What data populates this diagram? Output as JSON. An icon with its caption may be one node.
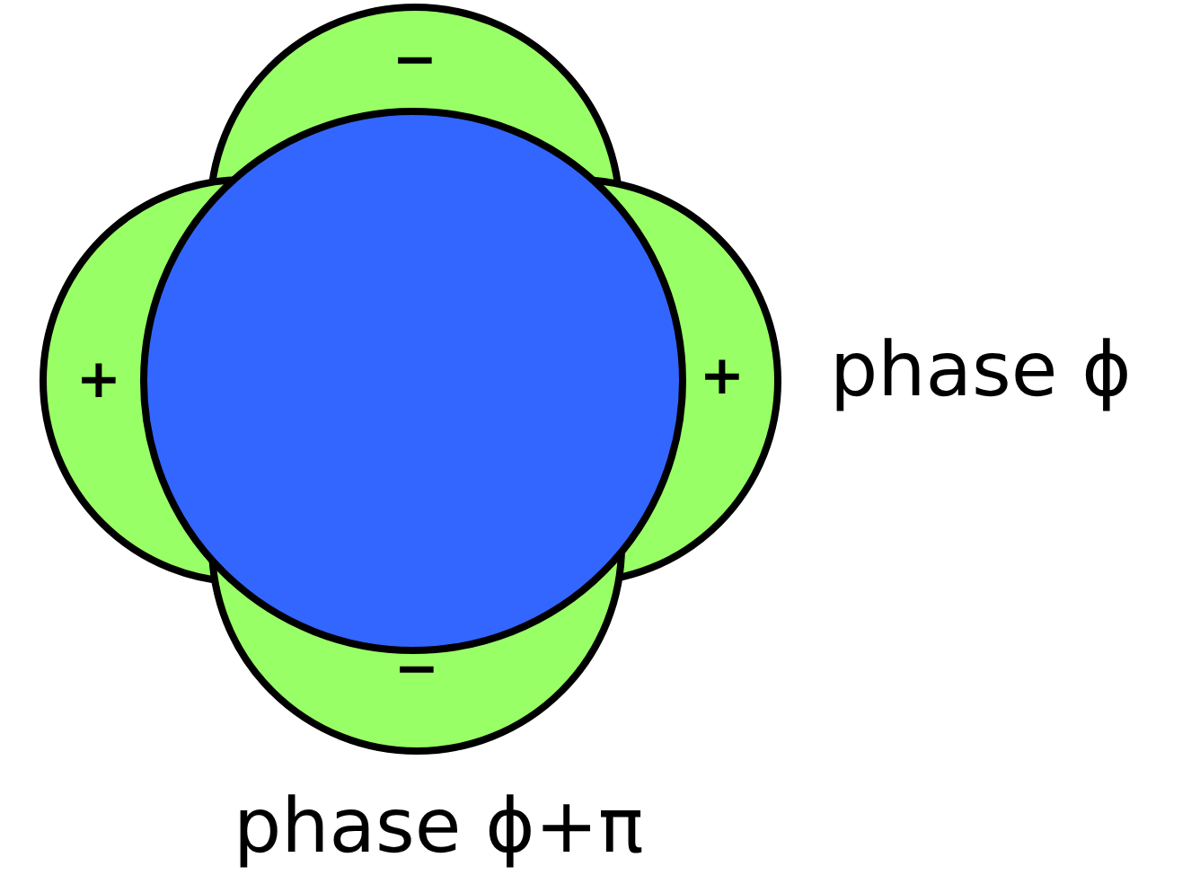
{
  "diagram": {
    "nodes": [
      {
        "text": [
          "−"
        ]
      },
      {
        "text": [
          "+"
        ]
      },
      {
        "text": [
          "+"
        ]
      },
      {
        "text": [
          "−"
        ]
      },
      {
        "text": [],
        "shape": "circle"
      }
    ],
    "labels": [
      "phase ϕ",
      "phase ϕ+π"
    ]
  }
}
